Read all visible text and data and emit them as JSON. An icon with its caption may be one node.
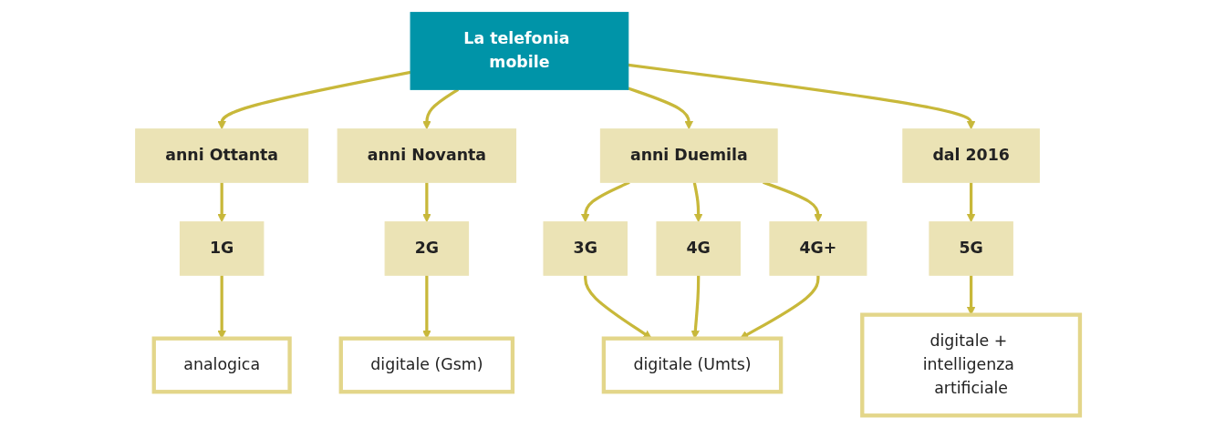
{
  "diagram": {
    "nodes": [
      {
        "text": [
          "La telefonia mobile"
        ]
      },
      {
        "text": [
          "anni Ottanta"
        ]
      },
      {
        "text": [
          "anni Novanta"
        ]
      },
      {
        "text": [
          "anni Duemila"
        ]
      },
      {
        "text": [
          "dal 2016"
        ]
      },
      {
        "text": [
          "1G"
        ]
      },
      {
        "text": [
          "2G"
        ]
      },
      {
        "text": [
          "3G"
        ]
      },
      {
        "text": [
          "4G"
        ]
      },
      {
        "text": [
          "4G+"
        ]
      },
      {
        "text": [
          "5G"
        ]
      },
      {
        "text": [
          "analogica"
        ]
      },
      {
        "text": [
          "digitale (Gsm)"
        ]
      },
      {
        "text": [
          "digitale (Umts)"
        ]
      },
      {
        "text": [
          "digitale + intelligenza artificiale"
        ]
      }
    ],
    "edges": [
      {
        "from": 0,
        "to": 1,
        "arrow": "to"
      },
      {
        "from": 0,
        "to": 2,
        "arrow": "to"
      },
      {
        "from": 0,
        "to": 3,
        "arrow": "to"
      },
      {
        "from": 0,
        "to": 4,
        "arrow": "to"
      },
      {
        "from": 1,
        "to": 5,
        "arrow": "to"
      },
      {
        "from": 2,
        "to": 6,
        "arrow": "to"
      },
      {
        "from": 3,
        "to": 7,
        "arrow": "to"
      },
      {
        "from": 3,
        "to": 8,
        "arrow": "to"
      },
      {
        "from": 3,
        "to": 9,
        "arrow": "to"
      },
      {
        "from": 4,
        "to": 10,
        "arrow": "to"
      },
      {
        "from": 5,
        "to": 11,
        "arrow": "to"
      },
      {
        "from": 6,
        "to": 12,
        "arrow": "to"
      },
      {
        "from": 7,
        "to": 13,
        "arrow": "to"
      },
      {
        "from": 8,
        "to": 13,
        "arrow": "to"
      },
      {
        "from": 9,
        "to": 13,
        "arrow": "to"
      },
      {
        "from": 10,
        "to": 14,
        "arrow": "to"
      }
    ]
  }
}
